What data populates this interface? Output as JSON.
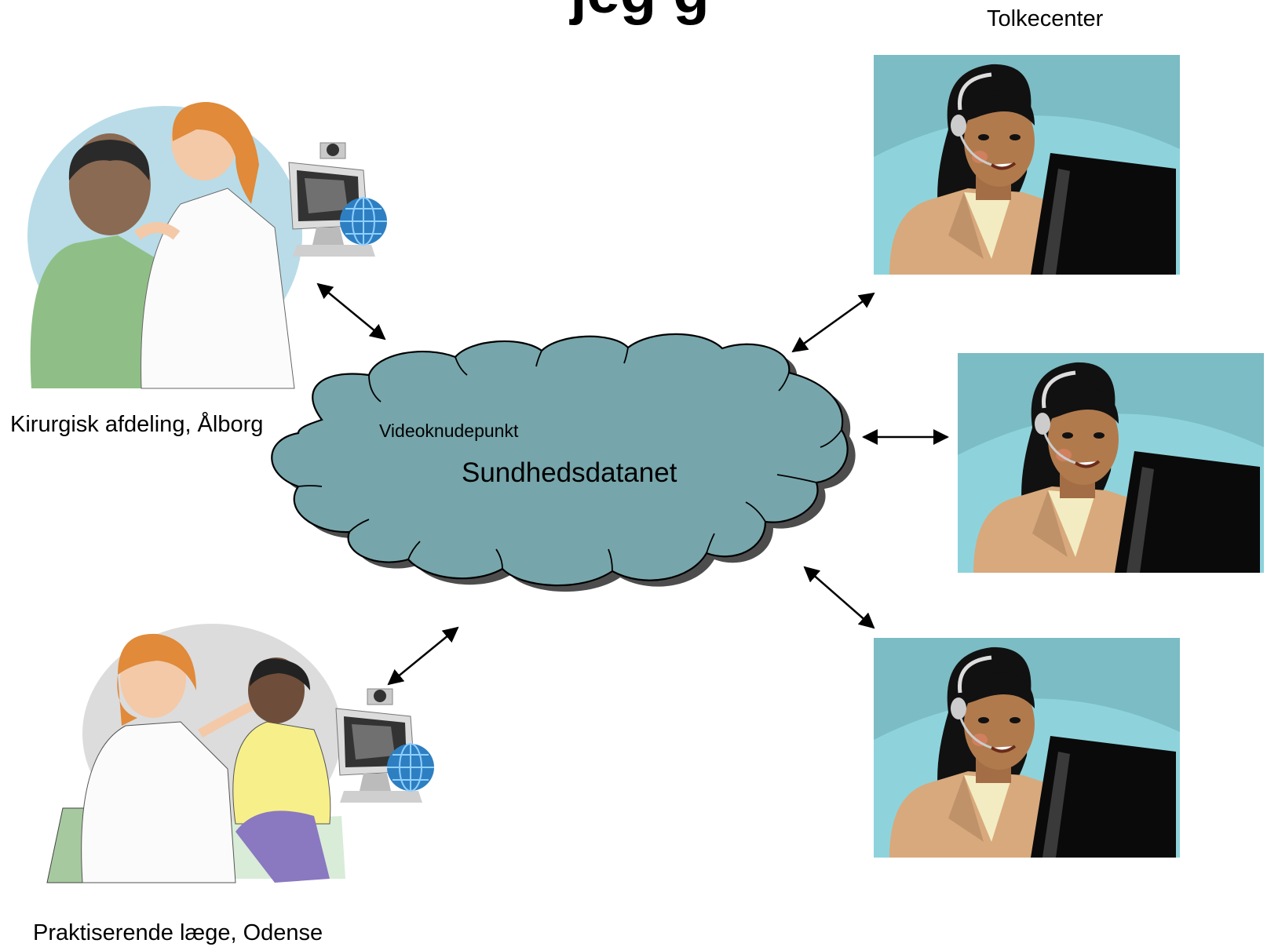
{
  "header": {
    "title_fragment": "jeg g"
  },
  "labels": {
    "tolkecenter": "Tolkecenter",
    "aalborg": "Kirurgisk afdeling, Ålborg",
    "odense": "Praktiserende læge, Odense",
    "node": "Videoknudepunkt",
    "network": "Sundhedsdatanet"
  },
  "colors": {
    "cloud": "#76a6ab",
    "cloud_shadow": "#4d4d4d",
    "panel_bg": "#7cbcc4",
    "panel_arc": "#8ed3dc",
    "skin_dark": "#8a6a52",
    "hair_orange": "#e08a3a",
    "shirt_green": "#8fbf86",
    "shirt_yellow": "#f7f08a",
    "monitor": "#0a0a0a",
    "jacket": "#d8a97c",
    "circle_blue": "#b9dce8",
    "circle_gray": "#dcdcdc"
  },
  "icons": [
    "doctor-patient-clipart",
    "webcam-computer-icon",
    "globe-icon",
    "interpreter-headset-clipart",
    "double-arrow-icon",
    "cloud-shape"
  ]
}
